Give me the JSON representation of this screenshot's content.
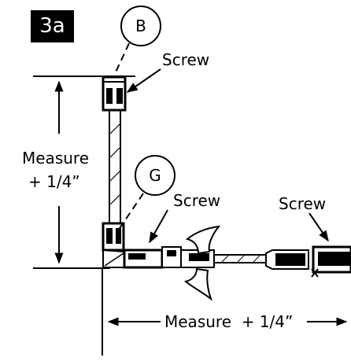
{
  "figure": {
    "step": "3a",
    "callouts": {
      "b": "B",
      "g": "G"
    },
    "labels": {
      "screw_top": "Screw",
      "screw_mid": "Screw",
      "screw_right": "Screw",
      "measure_vertical_line1": "Measure",
      "measure_vertical_line2": "+ 1/4”",
      "measure_horizontal": "Measure  + 1/4”"
    }
  }
}
